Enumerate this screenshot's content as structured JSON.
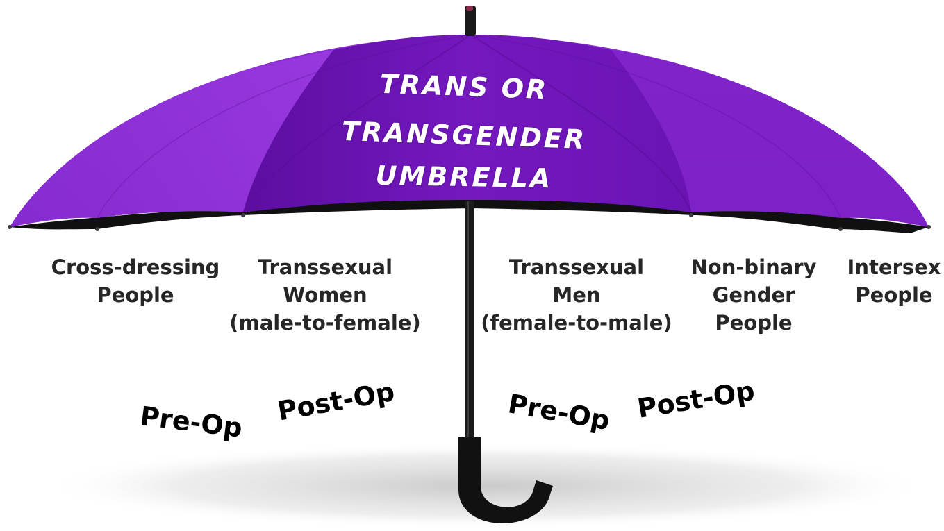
{
  "title": {
    "lines": [
      "TRANS OR",
      "TRANSGENDER",
      "UMBRELLA"
    ]
  },
  "categories": [
    {
      "lines": [
        "Cross-dressing",
        "People"
      ]
    },
    {
      "lines": [
        "Transsexual",
        "Women",
        "(male-to-female)"
      ]
    },
    {
      "lines": [
        "Transsexual",
        "Men",
        "(female-to-male)"
      ]
    },
    {
      "lines": [
        "Non-binary",
        "Gender",
        "People"
      ]
    },
    {
      "lines": [
        "Intersex",
        "People"
      ]
    }
  ],
  "subcategories": {
    "women": [
      "Pre-Op",
      "Post-Op"
    ],
    "men": [
      "Pre-Op",
      "Post-Op"
    ]
  },
  "colors": {
    "canopy": "#7a1cc4",
    "canopy_dark": "#4a0a86",
    "canopy_light": "#9a3ae0",
    "shaft": "#1a1a1a",
    "text": "#262626"
  }
}
